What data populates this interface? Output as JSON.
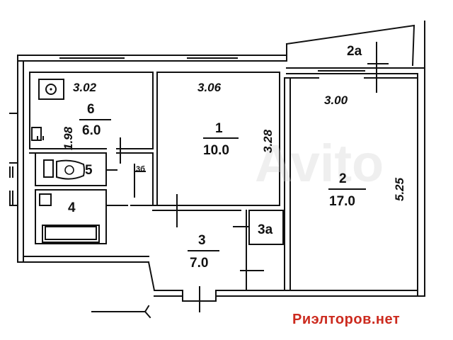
{
  "plan": {
    "rooms": [
      {
        "id": "1",
        "area": "10.0"
      },
      {
        "id": "2",
        "area": "17.0"
      },
      {
        "id": "3",
        "area": "7.0"
      },
      {
        "id": "4"
      },
      {
        "id": "5"
      },
      {
        "id": "6",
        "area": "6.0"
      },
      {
        "id": "2a"
      },
      {
        "id": "3a"
      },
      {
        "id": "3б"
      }
    ],
    "dimensions": {
      "room6_width": "3.02",
      "room6_height": "1.98",
      "room1_width": "3.06",
      "room1_height": "3.28",
      "room2_width": "3.00",
      "room2_height": "5.25"
    }
  },
  "watermark": {
    "text": "Риэлторов.нет",
    "color": "#cc2a1e",
    "ghost_text": "Avito"
  }
}
